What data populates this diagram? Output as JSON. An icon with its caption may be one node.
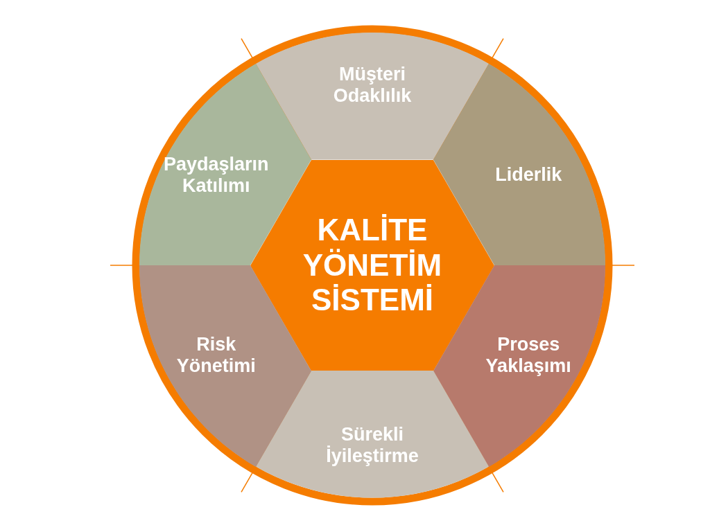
{
  "diagram": {
    "nodes": [
      {
        "text": [
          "KALİTE YÖNETİM SİSTEMİ"
        ]
      },
      {
        "text": [
          "Müşteri Odaklılık"
        ]
      },
      {
        "text": [
          "Liderlik"
        ]
      },
      {
        "text": [
          "Proses Yaklaşımı"
        ]
      },
      {
        "text": [
          "Sürekli İyileştirme"
        ]
      },
      {
        "text": [
          "Risk Yönetimi"
        ]
      },
      {
        "text": [
          "Paydaşların Katılımı"
        ]
      }
    ]
  }
}
